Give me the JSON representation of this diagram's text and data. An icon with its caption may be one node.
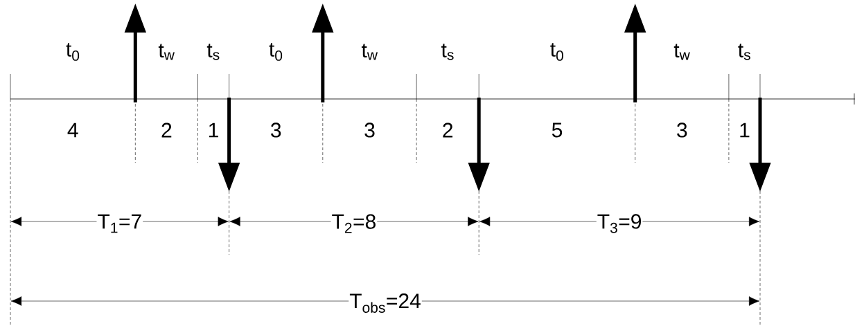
{
  "diagram": {
    "labels": [
      "t$_{0}$",
      "t$_{w}$",
      "t$_{s}$",
      "t$_{0}$",
      "t$_{w}$",
      "t$_{s}$",
      "t$_{0}$",
      "t$_{w}$",
      "t$_{s}$",
      "4",
      "2",
      "1",
      "3",
      "3",
      "2",
      "5",
      "3",
      "1",
      "T$_{1}$=7",
      "T$_{2}$=8",
      "T$_{3}$=9",
      "T$_{obs}$=24"
    ]
  }
}
